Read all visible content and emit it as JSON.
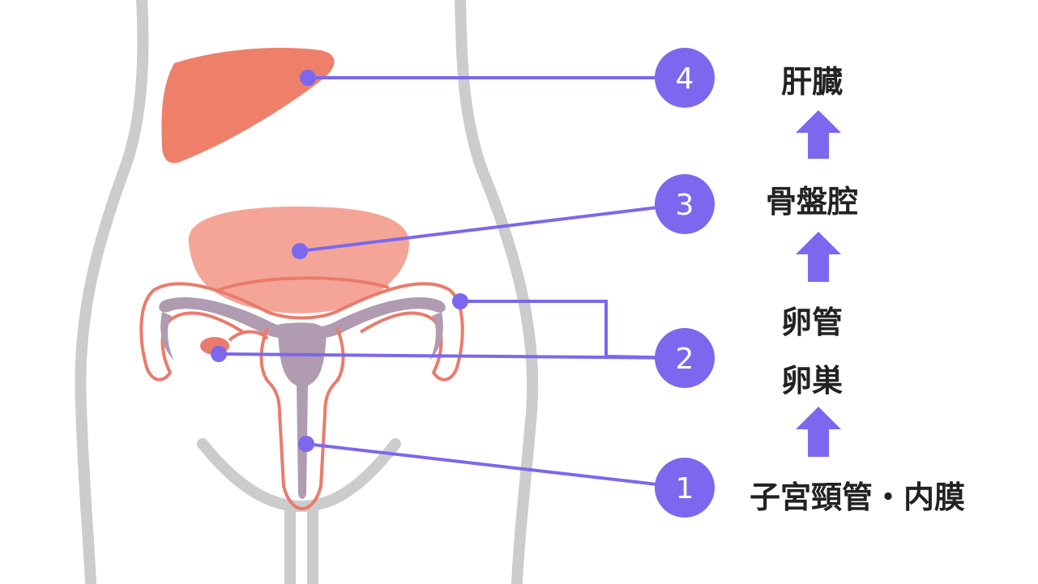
{
  "colors": {
    "body_outline": "#cccccc",
    "liver": "#ee806a",
    "bladder": "#f4a597",
    "reproductive_outline": "#ea7b6c",
    "uterus_fill": "#b09bb1",
    "ovary": "#ea7b6c",
    "pointer_accent": "#7b68ee",
    "label_text": "#222222",
    "badge_text": "#ffffff",
    "background": "#ffffff"
  },
  "sites": [
    {
      "number": "4",
      "label": "肝臓"
    },
    {
      "number": "3",
      "label": "骨盤腔"
    },
    {
      "number": "2",
      "label": "卵管"
    },
    {
      "number": "",
      "label": "卵巣"
    },
    {
      "number": "1",
      "label": "子宮頸管・内膜"
    }
  ],
  "arrows": [
    {
      "icon": "arrow-up-icon"
    },
    {
      "icon": "arrow-up-icon"
    },
    {
      "icon": "arrow-up-icon"
    }
  ]
}
